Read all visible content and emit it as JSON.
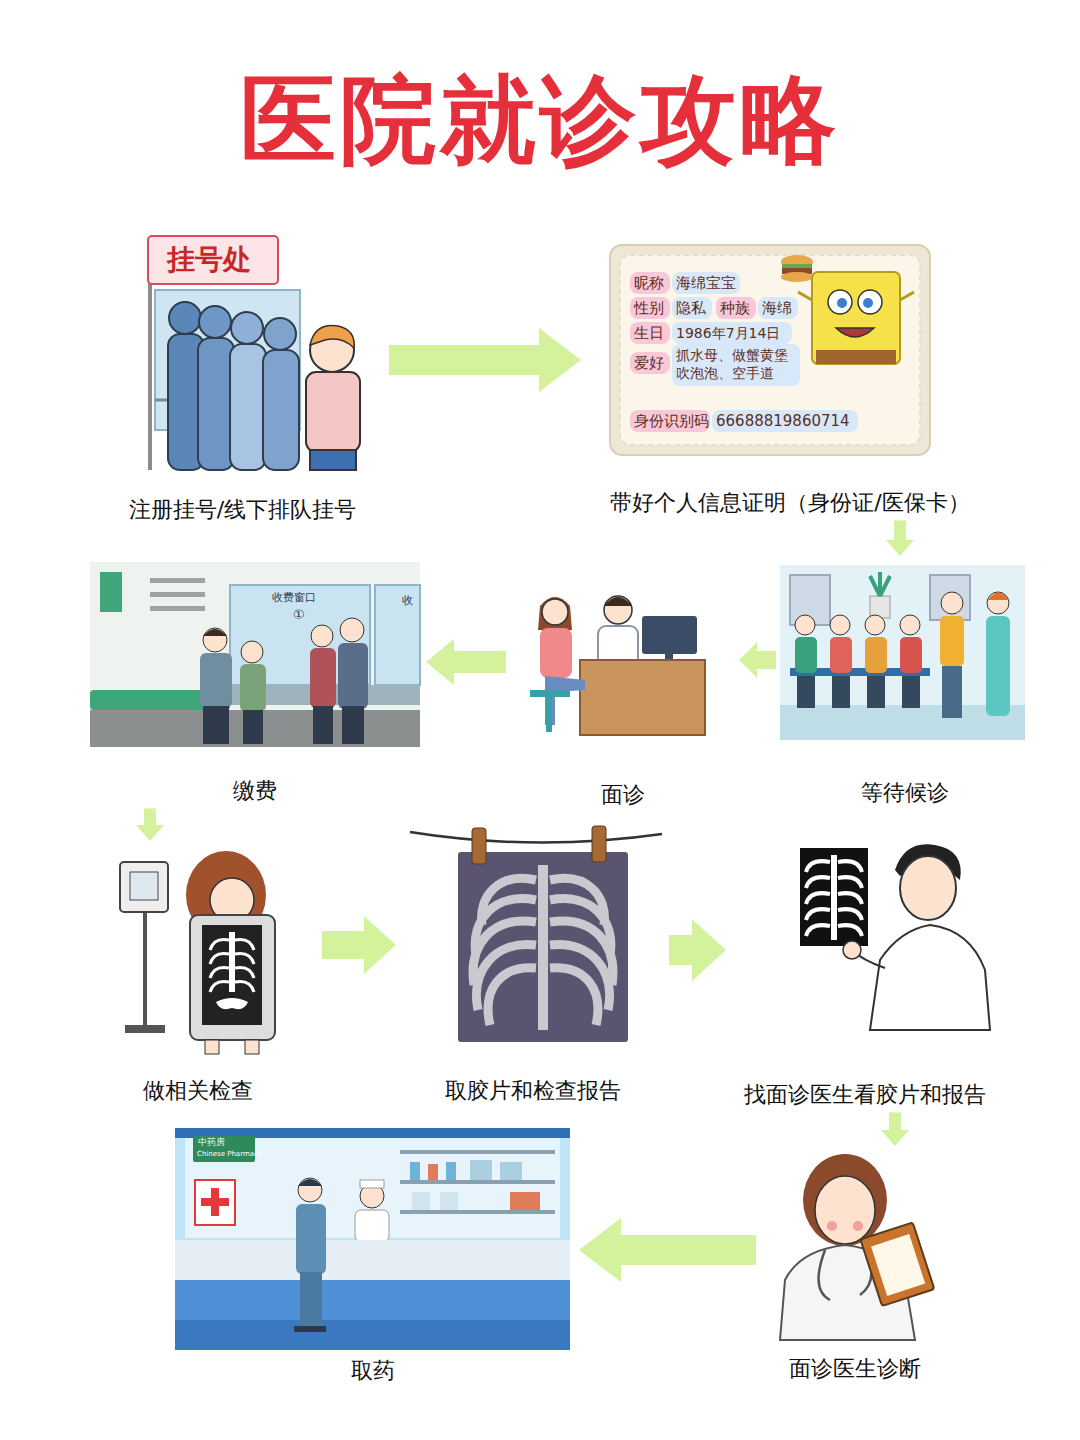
{
  "diagram": {
    "title": "医院就诊攻略",
    "nodes": [
      {
        "text": [
          "注册挂号/线下排队挂号"
        ]
      },
      {
        "text": [
          "带好个人信息证明（身份证/医保卡）"
        ]
      },
      {
        "text": [
          "等待候诊"
        ]
      },
      {
        "text": [
          "面诊"
        ]
      },
      {
        "text": [
          "缴费"
        ]
      },
      {
        "text": [
          "做相关检查"
        ]
      },
      {
        "text": [
          "取胶片和检查报告"
        ]
      },
      {
        "text": [
          "找面诊医生看胶片和报告"
        ]
      },
      {
        "text": [
          "面诊医生诊断"
        ]
      },
      {
        "text": [
          "取药"
        ]
      }
    ],
    "edges": [
      {
        "from": 0,
        "to": 1,
        "arrow": "to"
      },
      {
        "from": 1,
        "to": 2,
        "arrow": "to"
      },
      {
        "from": 2,
        "to": 3,
        "arrow": "to"
      },
      {
        "from": 3,
        "to": 4,
        "arrow": "to"
      },
      {
        "from": 4,
        "to": 5,
        "arrow": "to"
      },
      {
        "from": 5,
        "to": 6,
        "arrow": "to"
      },
      {
        "from": 6,
        "to": 7,
        "arrow": "to"
      },
      {
        "from": 7,
        "to": 8,
        "arrow": "to"
      },
      {
        "from": 8,
        "to": 9,
        "arrow": "to"
      }
    ],
    "labels": [
      "挂号处",
      "昵称",
      "海绵宝宝",
      "性别",
      "隐私",
      "种族",
      "海绵",
      "生日",
      "1986年7月14日",
      "爱好",
      "抓水母、做蟹黄堡 吹泡泡、空手道",
      "身份识别码",
      "66688819860714",
      "收费窗口",
      "①",
      "收",
      "中药房",
      "Chinese Pharmacy"
    ]
  }
}
